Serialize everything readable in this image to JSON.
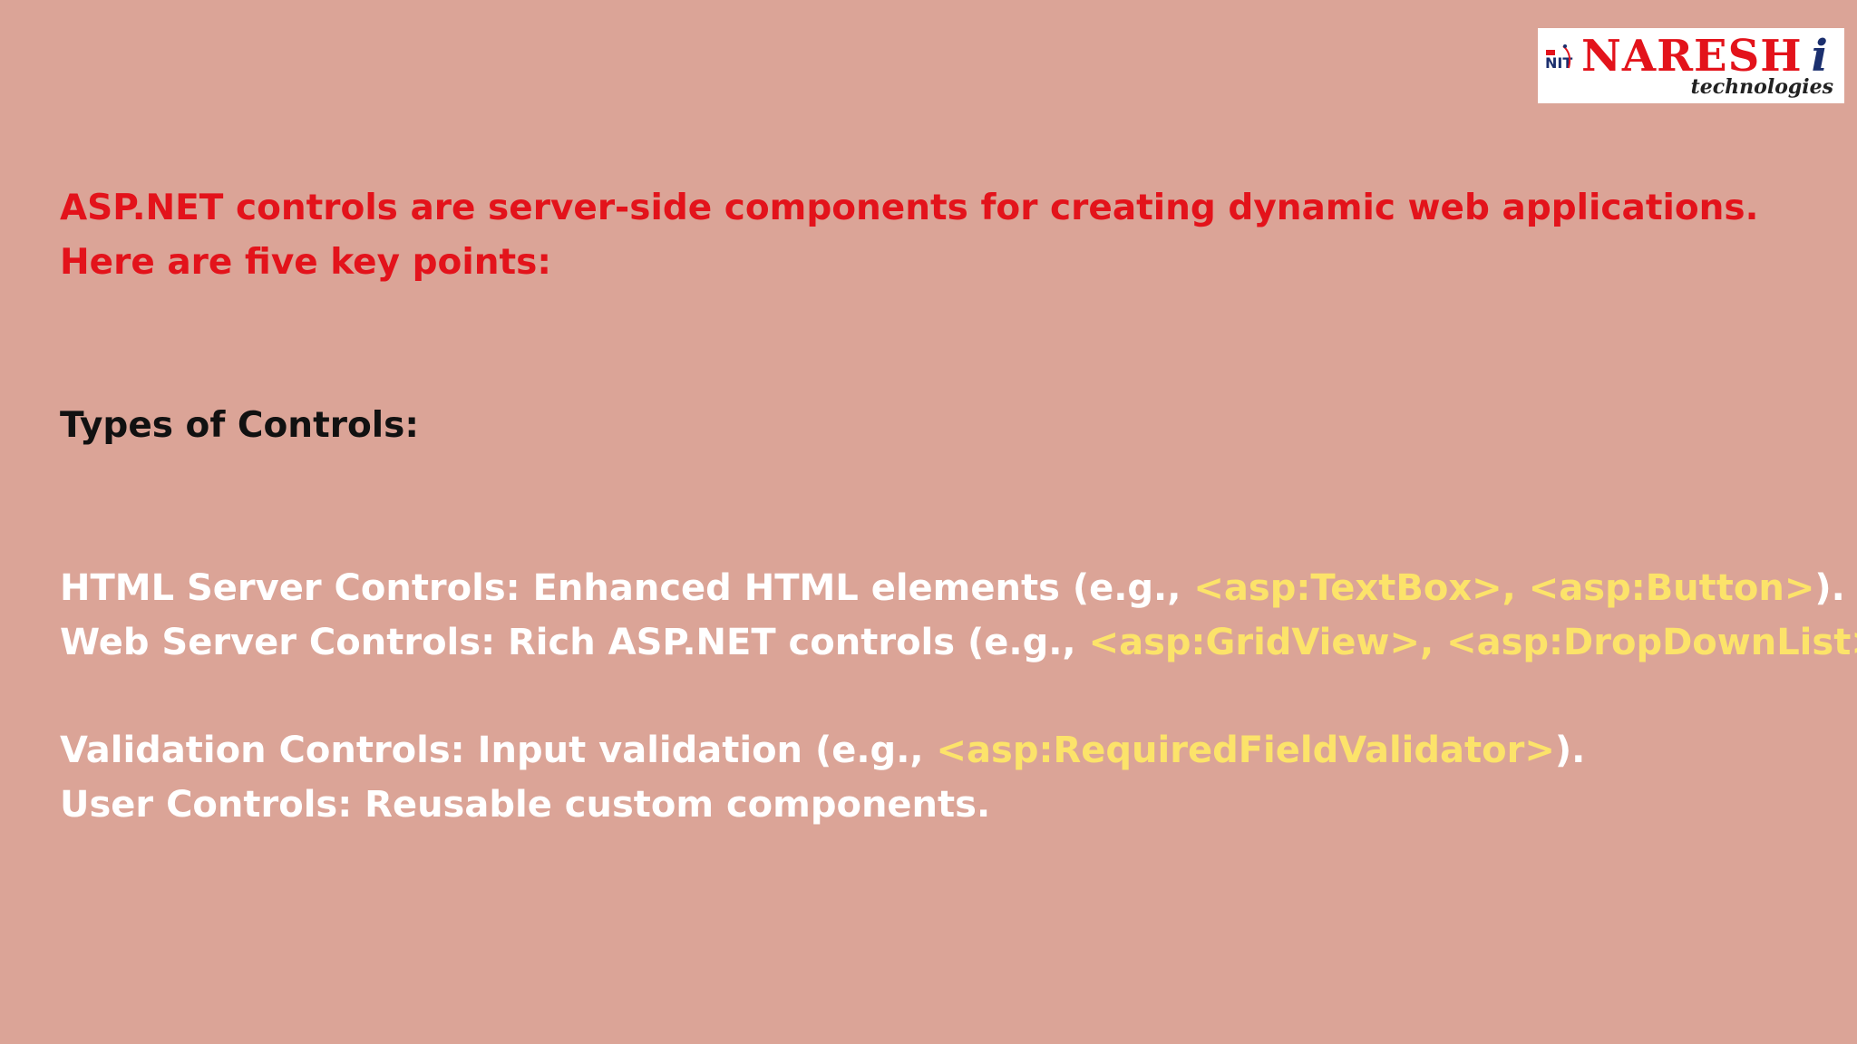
{
  "logo": {
    "brand": "NARESH",
    "brand_suffix": "i",
    "tagline": "technologies",
    "mark": "NIT",
    "brand_color": "#e3131b",
    "suffix_color": "#1b2f6e"
  },
  "intro": {
    "line1": "ASP.NET controls are server-side components for creating dynamic web applications.",
    "line2": "Here are five key points:"
  },
  "section_title": "Types of Controls:",
  "points": [
    {
      "text": "HTML Server Controls: Enhanced HTML elements (e.g., ",
      "highlight": "<asp:TextBox>, <asp:Button>",
      "suffix": ")."
    },
    {
      "text": "Web Server Controls: Rich ASP.NET controls (e.g., ",
      "highlight": "<asp:GridView>, <asp:DropDownList>",
      "suffix": ")."
    },
    {
      "text": "Validation Controls: Input validation (e.g., ",
      "highlight": "<asp:RequiredFieldValidator>",
      "suffix": ")."
    },
    {
      "text": "User Controls: Reusable custom components.",
      "highlight": "",
      "suffix": ""
    }
  ],
  "colors": {
    "background": "#dba497",
    "intro": "#e3131b",
    "heading": "#111111",
    "body": "#ffffff",
    "highlight": "#fce36a"
  }
}
